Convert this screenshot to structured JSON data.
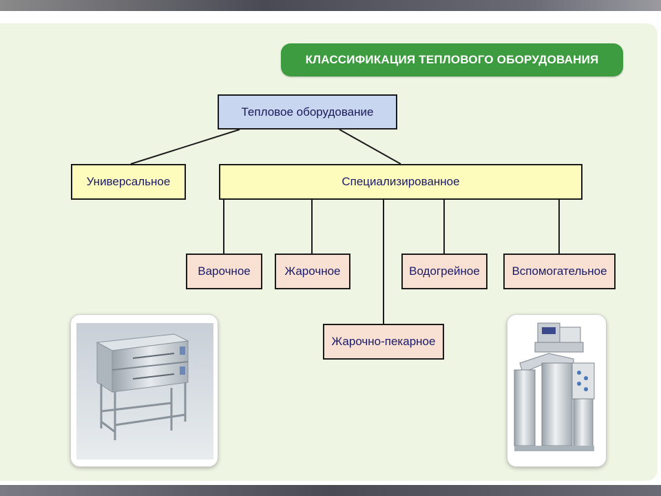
{
  "title": "КЛАССИФИКАЦИЯ ТЕПЛОВОГО ОБОРУДОВАНИЯ",
  "tree": {
    "root": "Тепловое оборудование",
    "level1": {
      "universal": "Универсальное",
      "specialized": "Специализированное"
    },
    "specialized_children": {
      "cooking": "Варочное",
      "frying": "Жарочное",
      "water_heating": "Водогрейное",
      "auxiliary": "Вспомогательное",
      "frying_baking": "Жарочно-пекарное"
    }
  },
  "images": {
    "left": "oven-photo",
    "right": "kettle-photo"
  },
  "colors": {
    "title_bg": "#3d9b40",
    "panel_bg": "#eff5e3",
    "root_fill": "#c9d6ef",
    "level1_fill": "#fdfcbd",
    "leaf_fill": "#f8e1d2"
  }
}
